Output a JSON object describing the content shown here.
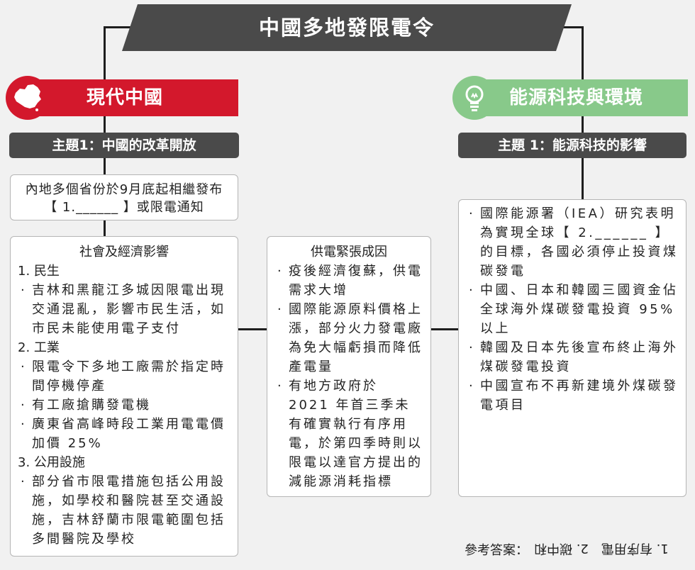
{
  "title": "中國多地發限電令",
  "left_section": {
    "heading": "現代中國",
    "icon": "china-map-icon",
    "color": "#d3182c",
    "topic": "主題1：中國的改革開放",
    "note": "內地多個省份於9月底起相繼發布【 1.______ 】或限電通知"
  },
  "right_section": {
    "heading": "能源科技與環境",
    "icon": "lightbulb-icon",
    "color": "#88c98a",
    "topic": "主題 1：能源科技的影響",
    "items": [
      "國際能源署（IEA）研究表明為實現全球【 2.______ 】的目標，各國必須停止投資煤碳發電",
      "中國、日本和韓國三國資金佔全球海外煤碳發電投資 95% 以上",
      "韓國及日本先後宣布終止海外煤碳發電投資",
      "中國宣布不再新建境外煤碳發電項目"
    ]
  },
  "social_impact": {
    "title": "社會及經濟影響",
    "categories": [
      {
        "label": "1. 民生",
        "items": [
          "吉林和黑龍江多城因限電出現交通混亂，影響市民生活，如市民未能使用電子支付"
        ]
      },
      {
        "label": "2. 工業",
        "items": [
          "限電令下多地工廠需於指定時間停機停產",
          "有工廠搶購發電機",
          "廣東省高峰時段工業用電電價加價 25%"
        ]
      },
      {
        "label": "3. 公用設施",
        "items": [
          "部分省市限電措施包括公用設施，如學校和醫院甚至交通設施，吉林舒蘭市限電範圍包括多間醫院及學校"
        ]
      }
    ]
  },
  "supply_causes": {
    "title": "供電緊張成因",
    "items": [
      "疫後經濟復蘇，供電需求大增",
      "國際能源原料價格上漲，部分火力發電廠為免大幅虧損而降低產電量",
      "有地方政府於 2021 年首三季未有確實執行有序用電，於第四季時則以限電以達官方提出的減能源消耗指標"
    ]
  },
  "answer": {
    "label": "參考答案：",
    "text": "1. 有序用電　2. 碳中和"
  },
  "bullet": "·"
}
